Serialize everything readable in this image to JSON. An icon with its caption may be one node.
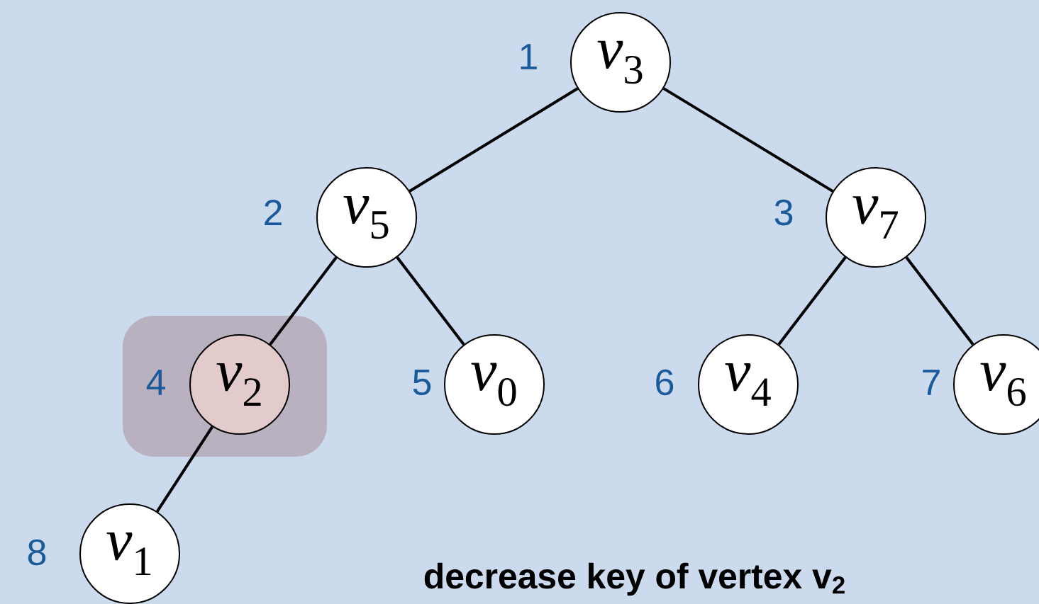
{
  "diagram": {
    "caption": "decrease key of vertex v$_{2}$",
    "nodes": [
      {
        "text": [
          "*v*$_{3}$"
        ],
        "beside": [
          "1"
        ]
      },
      {
        "text": [
          "*v*$_{5}$"
        ],
        "beside": [
          "2"
        ]
      },
      {
        "text": [
          "*v*$_{7}$"
        ],
        "beside": [
          "3"
        ]
      },
      {
        "text": [
          "*v*$_{2}$"
        ],
        "beside": [
          "4"
        ]
      },
      {
        "text": [
          "*v*$_{0}$"
        ],
        "beside": [
          "5"
        ]
      },
      {
        "text": [
          "*v*$_{4}$"
        ],
        "beside": [
          "6"
        ]
      },
      {
        "text": [
          "*v*$_{6}$"
        ],
        "beside": [
          "7"
        ]
      },
      {
        "text": [
          "*v*$_{1}$"
        ],
        "beside": [
          "8"
        ]
      }
    ],
    "edges": [
      {
        "from": 0,
        "to": 1,
        "arrow": "none"
      },
      {
        "from": 0,
        "to": 2,
        "arrow": "none"
      },
      {
        "from": 1,
        "to": 3,
        "arrow": "none"
      },
      {
        "from": 1,
        "to": 4,
        "arrow": "none"
      },
      {
        "from": 2,
        "to": 5,
        "arrow": "none"
      },
      {
        "from": 2,
        "to": 6,
        "arrow": "none"
      },
      {
        "from": 3,
        "to": 7,
        "arrow": "none"
      }
    ]
  }
}
